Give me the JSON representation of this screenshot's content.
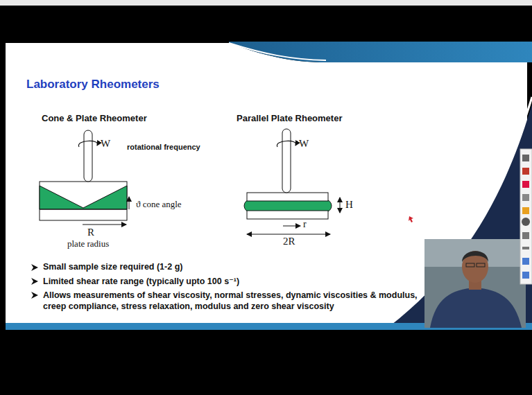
{
  "diagram": {
    "title": "Laboratory Rheometers",
    "labels": [
      "Cone & Plate Rheometer",
      "W",
      "rotational frequency",
      "ϑ cone angle",
      "R",
      "plate radius",
      "Parallel Plate Rheometer",
      "W",
      "H",
      "r",
      "2R",
      "Small sample size required (1-2 g)",
      "Limited shear rate range (typically upto 100 s⁻¹)",
      "Allows measurements of shear viscosity, normal stresses, dynamic viscosities & modulus, creep compliance, stress relaxation, modulus and zero shear viscosity"
    ]
  }
}
